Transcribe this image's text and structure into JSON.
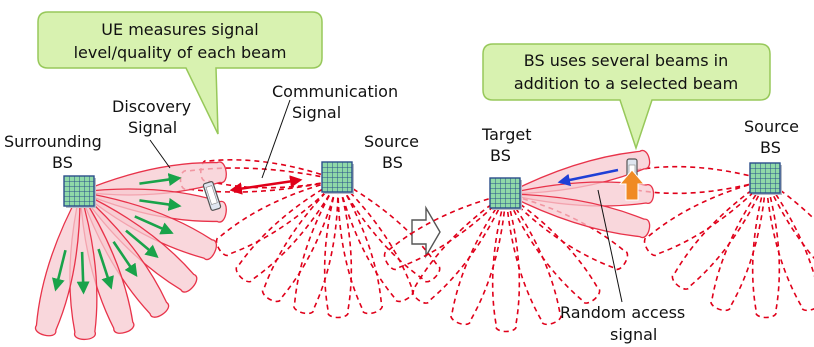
{
  "colors": {
    "lobe_fill": "#f7c9d0",
    "lobe_stroke": "#e8334a",
    "dashed_beam": "#e0001a",
    "callout_fill": "#d8f2b0",
    "callout_stroke": "#97c85a",
    "green_arrow": "#19a34a",
    "red_arrow": "#e0001a",
    "blue_arrow": "#1f3fd6",
    "orange_arrow": "#f08a24"
  },
  "left_panel": {
    "callout": {
      "line1": "UE measures signal",
      "line2": "level/quality of each beam"
    },
    "discovery_line1": "Discovery",
    "discovery_line2": "Signal",
    "communication_line1": "Communication",
    "communication_line2": "Signal",
    "surrounding_line1": "Surrounding",
    "surrounding_line2": "BS",
    "source_line1": "Source",
    "source_line2": "BS"
  },
  "right_panel": {
    "callout": {
      "line1": "BS uses several beams in",
      "line2": "addition to a selected beam"
    },
    "target_line1": "Target",
    "target_line2": "BS",
    "source_line1": "Source",
    "source_line2": "BS",
    "random_line1": "Random access",
    "random_line2": "signal"
  },
  "transition_arrow_icon": "right-outline-arrow-icon",
  "icons": [
    "base-station-icon",
    "user-equipment-icon"
  ]
}
